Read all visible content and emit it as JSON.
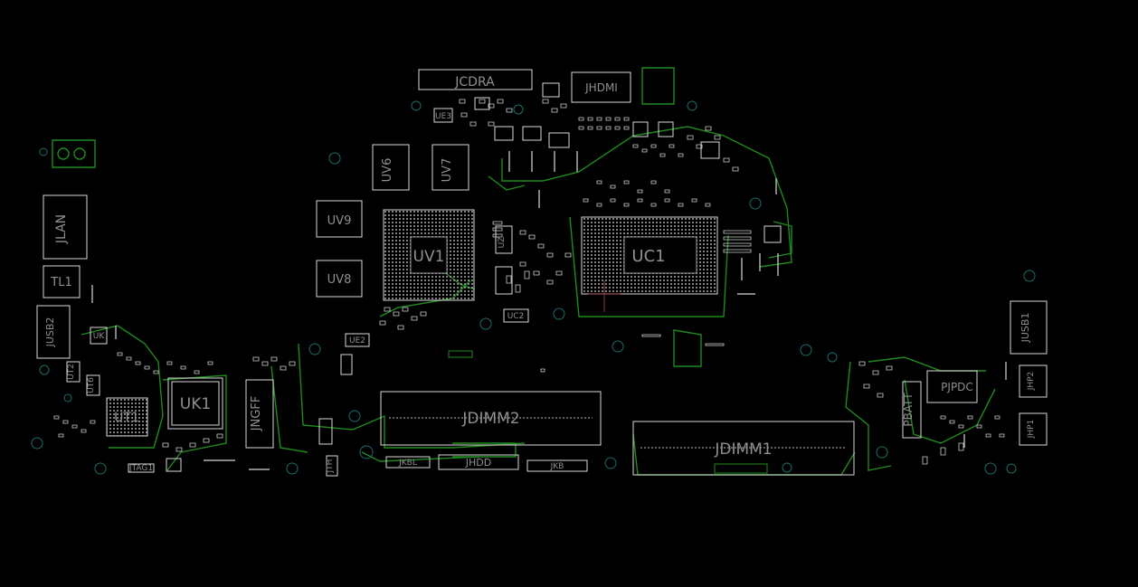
{
  "board": {
    "background": "#000000",
    "silkscreen_color": "#d8d8d8",
    "label_color": "#8f8f8f",
    "trace_color": "#1f8a1f",
    "hole_color": "#1e6b6b"
  },
  "components": {
    "jcdra": "JCDRA",
    "jhdmi": "JHDMI",
    "uv6": "UV6",
    "uv7": "UV7",
    "uv9": "UV9",
    "uv8": "UV8",
    "uv1": "UV1",
    "uc1": "UC1",
    "uc2": "UC2",
    "ue2": "UE2",
    "ue3": "UE3",
    "jlan": "JLAN",
    "tl1": "TL1",
    "jusb2": "JUSB2",
    "ut2": "UT2",
    "ut6": "UT6",
    "ut1": "UT1",
    "uk1": "UK1",
    "jngff": "JNGFF",
    "jdimm2": "JDIMM2",
    "jdimm1": "JDIMM1",
    "jhdd": "JHDD",
    "jkb": "JKB",
    "jkbl": "JKBL",
    "jth": "JTH",
    "jtag1": "JTAG1",
    "jusb1": "JUSB1",
    "jhp2": "JHP2",
    "jhp1": "JHP1",
    "pbatt": "PBATT",
    "pjpdc": "PJPDC",
    "uk": "UK",
    "uz": "UZ"
  }
}
